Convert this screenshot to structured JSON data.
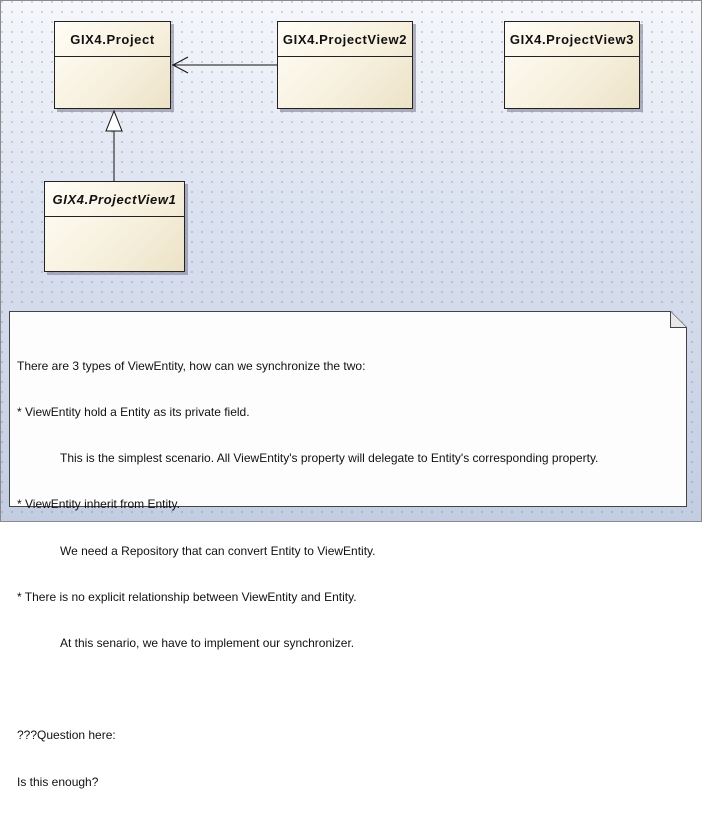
{
  "classes": {
    "project": "GIX4.Project",
    "view1": "GIX4.ProjectView1",
    "view2": "GIX4.ProjectView2",
    "view3": "GIX4.ProjectView3"
  },
  "note": {
    "lines": [
      "There are 3 types of ViewEntity, how can we synchronize the two:",
      "* ViewEntity hold a Entity as its private field.",
      "This is the simplest scenario. All ViewEntity's property will delegate to Entity's corresponding property.",
      "* ViewEntity inherit from Entity.",
      "We need a Repository that can convert Entity to ViewEntity.",
      "* There is no explicit relationship between ViewEntity and Entity.",
      "At this senario, we have to implement our synchronizer.",
      "",
      "???Question here:",
      "Is this enough?"
    ]
  }
}
